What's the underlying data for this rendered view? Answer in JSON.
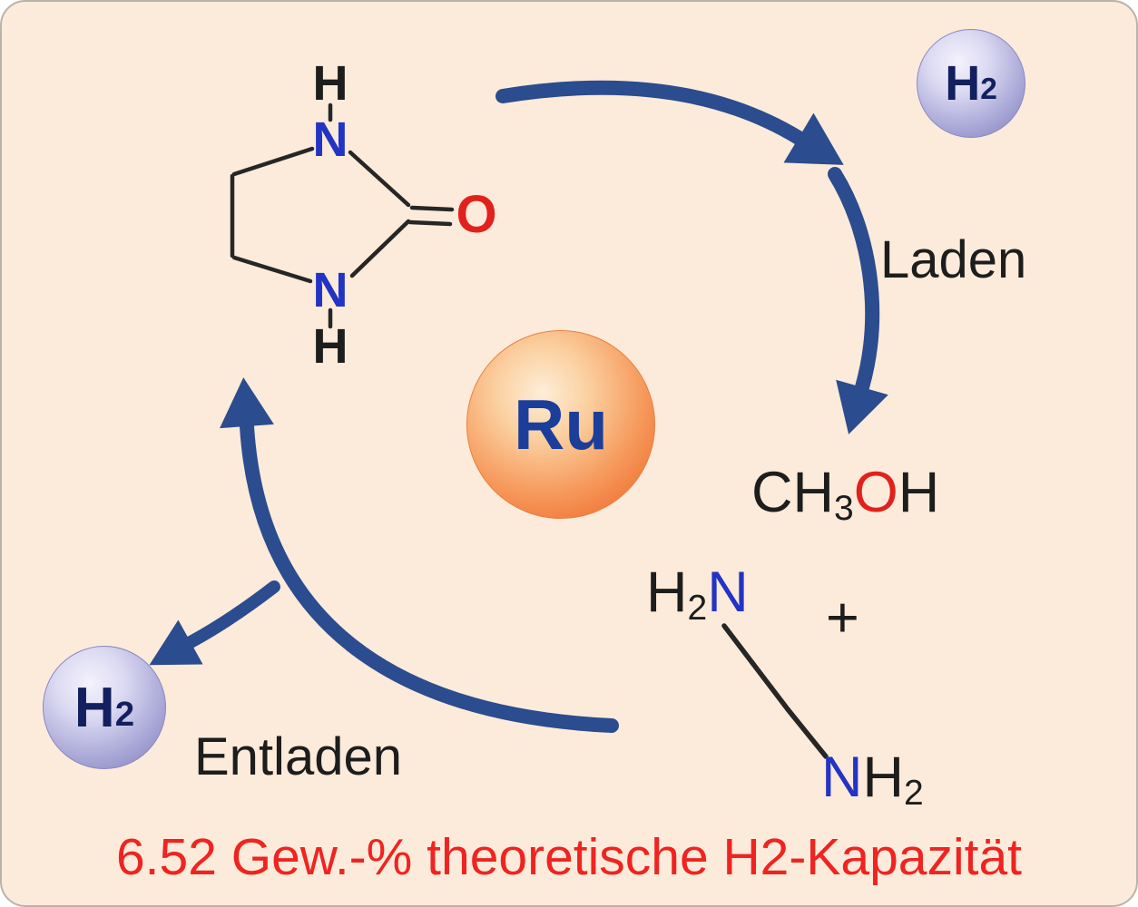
{
  "diagram": {
    "caption": "6.52 Gew.-% theoretische H2-Kapazität",
    "labels": {
      "laden": "Laden",
      "entladen": "Entladen",
      "plus": "+"
    },
    "catalyst": {
      "symbol": "Ru"
    },
    "h2_top": {
      "element": "H",
      "subscript": "2"
    },
    "h2_bottom": {
      "element": "H",
      "subscript": "2"
    },
    "molecule": {
      "top_h": "H",
      "top_n": "N",
      "bottom_n": "N",
      "bottom_h": "H",
      "oxygen": "O"
    },
    "methanol": {
      "ch": "CH",
      "subscript": "3",
      "o": "O",
      "h": "H"
    },
    "ethylenediamine": {
      "amine_top": {
        "h": "H",
        "subscript": "2",
        "n": "N"
      },
      "amine_bottom": {
        "n": "N",
        "h": "H",
        "subscript": "2"
      }
    },
    "colors": {
      "background": "#fcebdb",
      "arrow_blue": "#2b4c8e",
      "nitrogen_blue": "#2334c4",
      "oxygen_red": "#e2211c",
      "caption_red": "#ef2420"
    }
  }
}
